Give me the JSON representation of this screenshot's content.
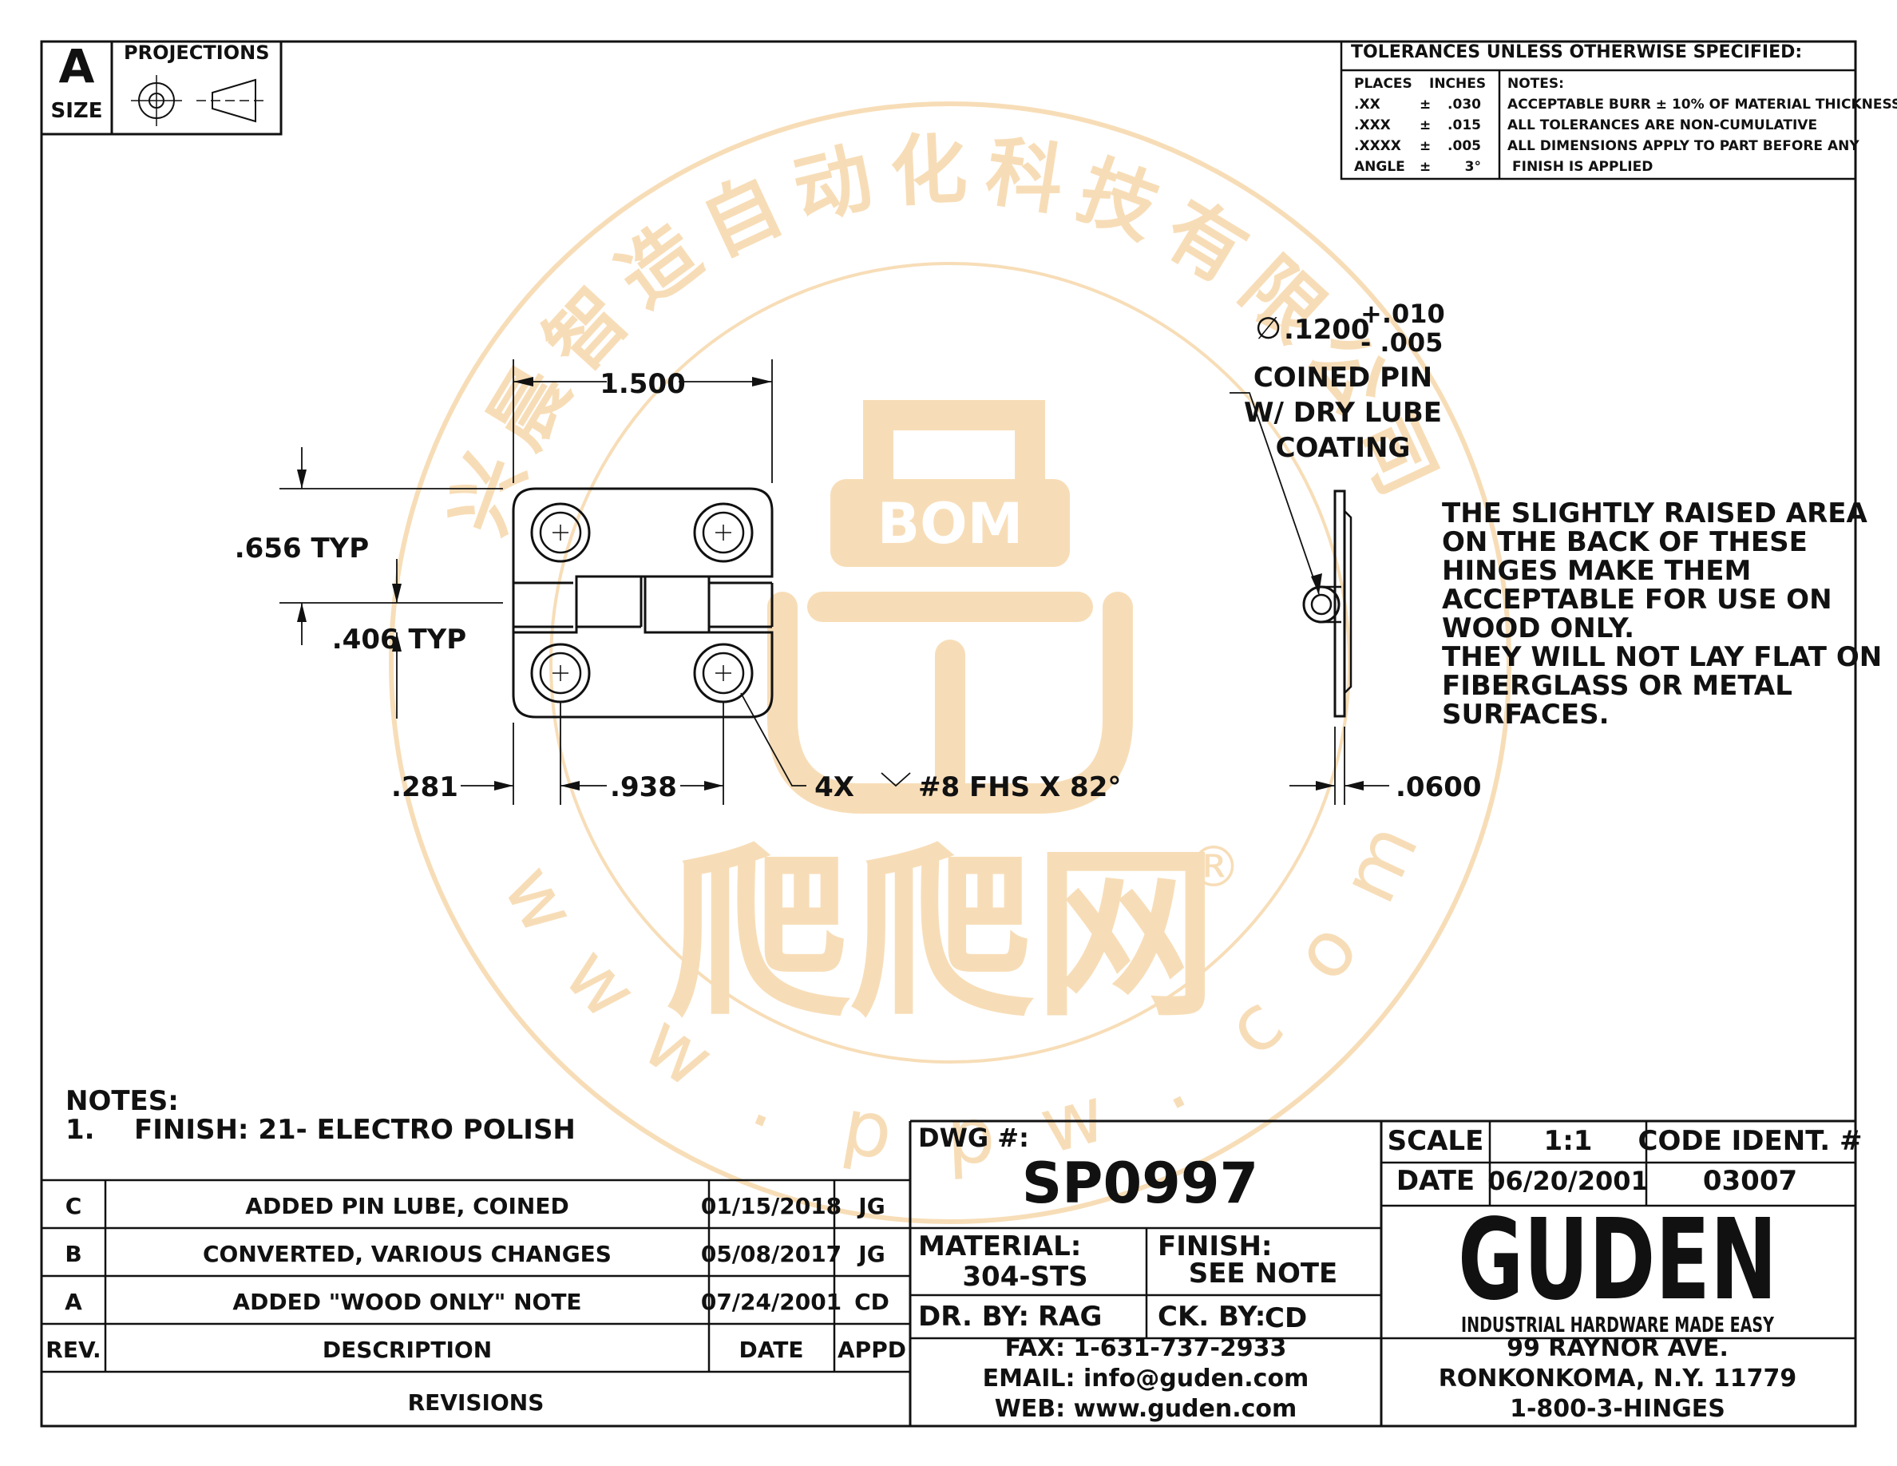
{
  "size_box": {
    "letter": "A",
    "label": "SIZE",
    "projections_label": "PROJECTIONS"
  },
  "tolerances": {
    "title": "TOLERANCES UNLESS OTHERWISE SPECIFIED:",
    "head_places": "PLACES",
    "head_inches": "INCHES",
    "head_notes": "NOTES:",
    "rows": [
      {
        "place": ".XX",
        "pm": "±",
        "value": ".030"
      },
      {
        "place": ".XXX",
        "pm": "±",
        "value": ".015"
      },
      {
        "place": ".XXXX",
        "pm": "±",
        "value": ".005"
      },
      {
        "place": "ANGLE",
        "pm": "±",
        "value": "3°"
      }
    ],
    "notes": [
      "ACCEPTABLE BURR ± 10% OF MATERIAL THICKNESS",
      "ALL TOLERANCES ARE NON-CUMULATIVE",
      "ALL DIMENSIONS APPLY TO PART BEFORE ANY",
      "FINISH IS APPLIED"
    ]
  },
  "dimensions": {
    "width": "1.500",
    "leaf_height": ".656 TYP",
    "knuckle": ".406 TYP",
    "edge": ".281",
    "hole_spacing": ".938",
    "screw_count": "4X",
    "screw": "#8 FHS X 82°",
    "thickness": ".0600",
    "pin_dia_symbol": "∅",
    "pin_dia": ".1200",
    "pin_tol_plus": "+.010",
    "pin_tol_minus": "- .005"
  },
  "pin_callout": [
    "COINED PIN",
    "W/ DRY LUBE",
    "COATING"
  ],
  "side_note": [
    "THE SLIGHTLY RAISED AREA",
    "ON THE BACK OF THESE",
    "HINGES MAKE THEM",
    "ACCEPTABLE FOR USE ON",
    "WOOD ONLY.",
    "THEY WILL NOT LAY FLAT ON",
    "FIBERGLASS OR METAL",
    "SURFACES."
  ],
  "notes": {
    "title": "NOTES:",
    "items": [
      {
        "num": "1.",
        "text": "FINISH: 21- ELECTRO POLISH"
      }
    ]
  },
  "revisions": {
    "rows": [
      {
        "rev": "C",
        "description": "ADDED PIN LUBE, COINED",
        "date": "01/15/2018",
        "appd": "JG"
      },
      {
        "rev": "B",
        "description": "CONVERTED, VARIOUS CHANGES",
        "date": "05/08/2017",
        "appd": "JG"
      },
      {
        "rev": "A",
        "description": "ADDED \"WOOD ONLY\" NOTE",
        "date": "07/24/2001",
        "appd": "CD"
      }
    ],
    "headers": {
      "rev": "REV.",
      "description": "DESCRIPTION",
      "date": "DATE",
      "appd": "APPD"
    },
    "title": "REVISIONS"
  },
  "title_block": {
    "dwg_label": "DWG #:",
    "dwg_number": "SP0997",
    "scale_label": "SCALE",
    "scale_value": "1:1",
    "code_label": "CODE IDENT. #",
    "date_label": "DATE",
    "date_value": "06/20/2001",
    "code_value": "03007",
    "material_label": "MATERIAL:",
    "material_value": "304-STS",
    "finish_label": "FINISH:",
    "finish_value": "SEE NOTE",
    "drawn_label": "DR. BY:",
    "drawn_value": "RAG",
    "checked_label": "CK. BY:",
    "checked_value": "CD",
    "fax": "FAX: 1-631-737-2933",
    "email": "EMAIL: info@guden.com",
    "web": "WEB: www.guden.com",
    "company_logo": "GUDEN",
    "company_tagline": "INDUSTRIAL HARDWARE MADE EASY",
    "address1": "99 RAYNOR AVE.",
    "address2": "RONKONKOMA, N.Y. 11779",
    "phone": "1-800-3-HINGES"
  },
  "watermark": {
    "arc_text": "兴晨智造自动化科技有限公司",
    "badge": "BOM",
    "brand": "爬爬网",
    "registered": "®",
    "url_letters": [
      "w",
      "w",
      "w",
      ".",
      "p",
      "p",
      "w",
      ".",
      "c",
      "o",
      "m"
    ],
    "color": "#f1c27d"
  }
}
